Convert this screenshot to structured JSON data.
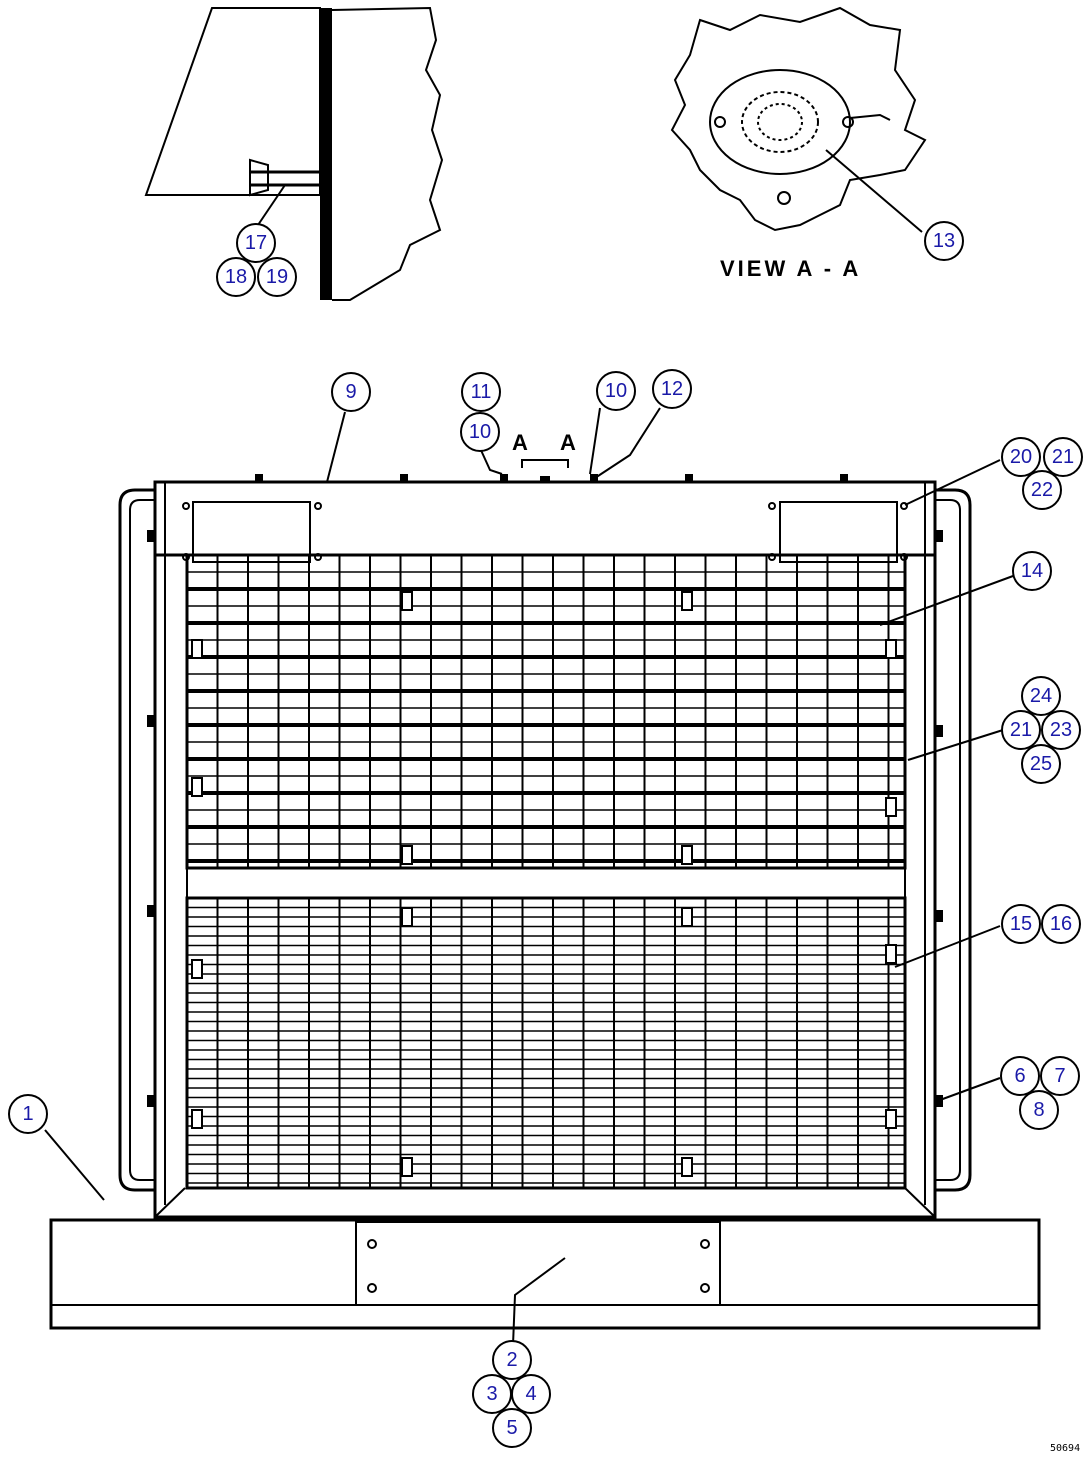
{
  "view_label": "VIEW  A - A",
  "section_marks": [
    "A",
    "A"
  ],
  "figure_id": "50694",
  "colors": {
    "callout_text": "#1a1aa8",
    "line": "#000000",
    "background": "#ffffff"
  },
  "callouts": [
    "1",
    "2",
    "3",
    "4",
    "5",
    "6",
    "7",
    "8",
    "9",
    "10",
    "10",
    "11",
    "12",
    "13",
    "14",
    "15",
    "16",
    "17",
    "18",
    "19",
    "20",
    "21",
    "22",
    "21",
    "23",
    "24",
    "25"
  ]
}
